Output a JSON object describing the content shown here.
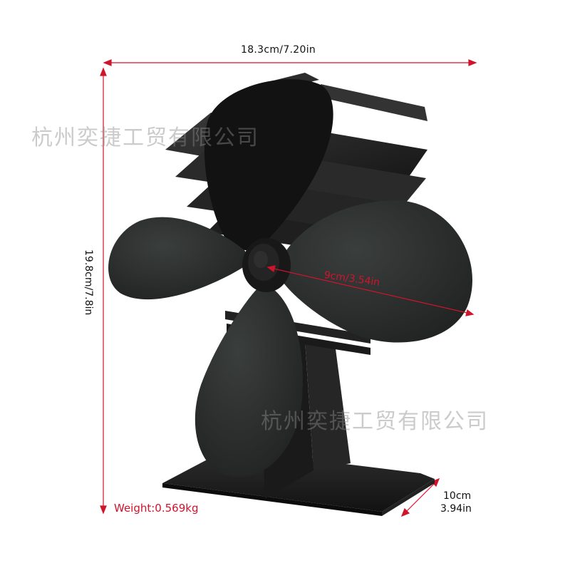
{
  "product": {
    "name": "stove-fan",
    "body_color": "#1c1c1c",
    "blade_color": "#2a2d2b"
  },
  "dimensions": {
    "width_label": "18.3cm/7.20in",
    "height_label": "19.8cm/7.8in",
    "blade_diameter_label": "9cm/3.54in",
    "depth_label_cm": "10cm",
    "depth_label_in": "3.94in",
    "weight_label": "Weight:0.569kg",
    "annotation_color": "#d0142c"
  },
  "watermark": {
    "text": "杭州奕捷工贸有限公司"
  }
}
